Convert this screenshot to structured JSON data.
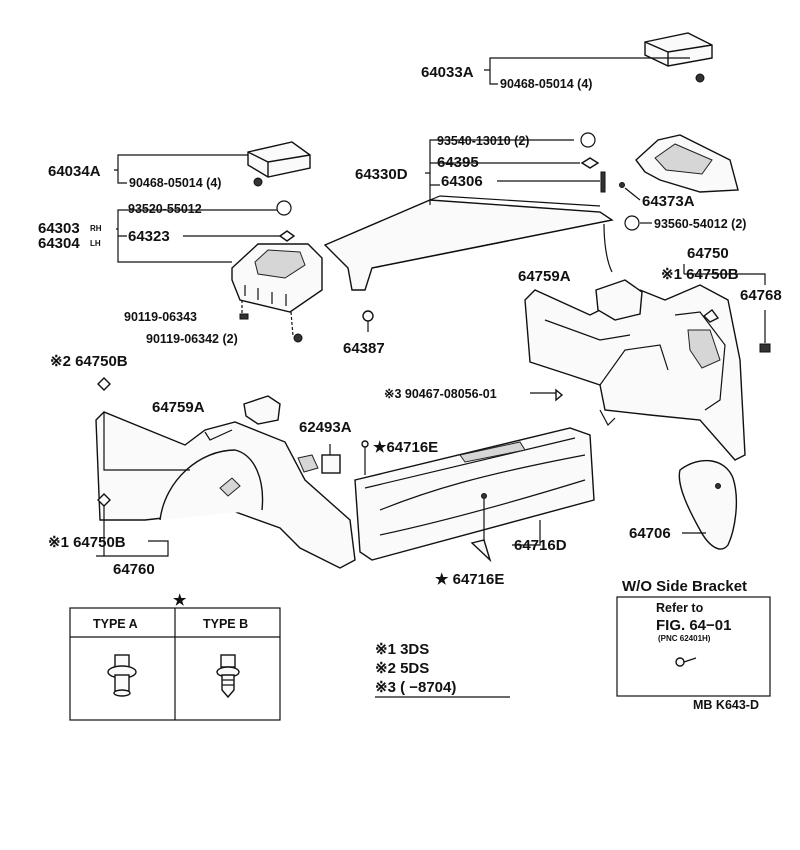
{
  "labels": {
    "p64033A": "64033A",
    "p90468_05014_top": "90468-05014 (4)",
    "p64034A": "64034A",
    "p90468_05014_left": "90468-05014 (4)",
    "p93540_13010": "93540-13010 (2)",
    "p64395": "64395",
    "p64330D": "64330D",
    "p64306": "64306",
    "p64373A": "64373A",
    "p93560_54012": "93560-54012 (2)",
    "p93520_55012": "93520-55012",
    "p64303": "64303",
    "p64303_tag": "RH",
    "p64304": "64304",
    "p64304_tag": "LH",
    "p64323": "64323",
    "p64750": "64750",
    "p64750B_r": "※1 64750B",
    "p64768": "64768",
    "p64759A_r": "64759A",
    "p90119_06343": "90119-06343",
    "p90119_06342": "90119-06342 (2)",
    "p64387": "64387",
    "p64750B_2": "※2 64750B",
    "p90467_08056": "※3 90467-08056-01",
    "p64759A_l": "64759A",
    "p62493A": "62493A",
    "p64716E_top": "★64716E",
    "p64750B_1": "※1 64750B",
    "p64716D": "64716D",
    "p64706": "64706",
    "p64760": "64760",
    "p64716E_bot": "★ 64716E",
    "wo_title": "W/O Side Bracket",
    "refer1": "Refer to",
    "refer2": "FIG. 64−01",
    "refer3": "(PNC 62401H)",
    "note1": "※1  3DS",
    "note2": "※2  5DS",
    "note3": "※3  (       −8704)",
    "star": "★",
    "typeA": "TYPE A",
    "typeB": "TYPE B",
    "code": "MB K643-D"
  }
}
